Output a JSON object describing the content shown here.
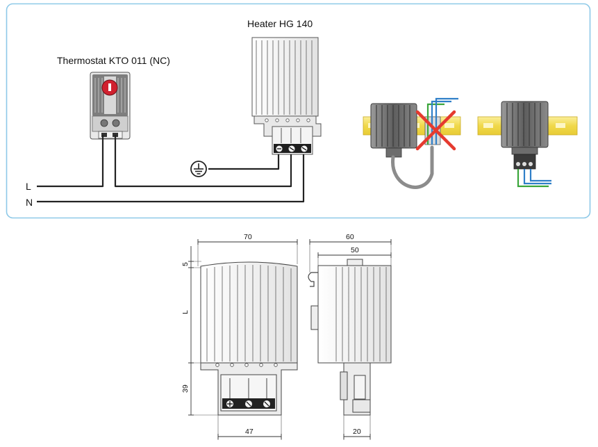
{
  "wiring": {
    "thermostat_label": "Thermostat KTO 011 (NC)",
    "heater_label": "Heater HG 140",
    "line_label": "L",
    "neutral_label": "N"
  },
  "dimensions": {
    "width_top": "70",
    "depth_total": "60",
    "depth_inner": "50",
    "cap_height": "5",
    "body_length": "L",
    "terminal_height": "39",
    "terminal_width": "47",
    "terminal_depth": "20"
  },
  "colors": {
    "frame_border": "#8ec9e8",
    "din_rail": "#f6e36a",
    "wrong_mark": "#e53a2f",
    "thermostat_dial": "#d0212f",
    "wire_green": "#3aa53a",
    "wire_blue": "#2f7fc8",
    "wire_grey": "#8c8c8c"
  },
  "icons": [
    "ground-icon",
    "wrong-mounting-x-icon"
  ]
}
